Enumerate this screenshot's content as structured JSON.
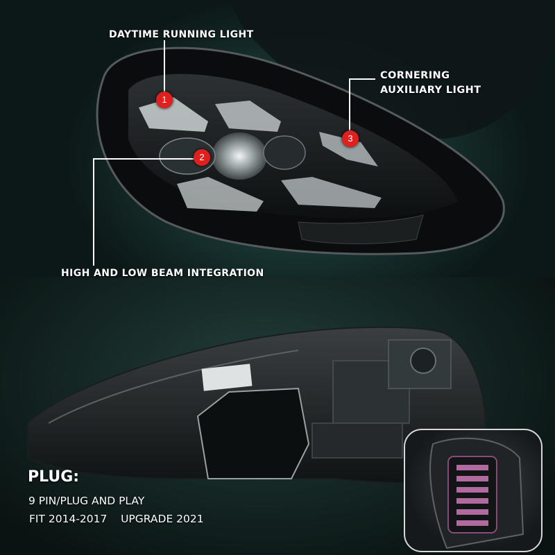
{
  "callouts": {
    "daytime_running_light": "DAYTIME RUNNING LIGHT",
    "cornering_line1": "CORNERING",
    "cornering_line2": "AUXILIARY LIGHT",
    "high_low_beam": "HIGH AND LOW BEAM INTEGRATION"
  },
  "markers": [
    "1",
    "2",
    "3"
  ],
  "plug": {
    "title": "PLUG:",
    "line1": "9 PIN/PLUG AND PLAY",
    "line2": "FIT 2014-2017    UPGRADE 2021"
  },
  "colors": {
    "marker_red": "#e0201f",
    "background_teal": "#27514c",
    "text": "#ffffff"
  }
}
